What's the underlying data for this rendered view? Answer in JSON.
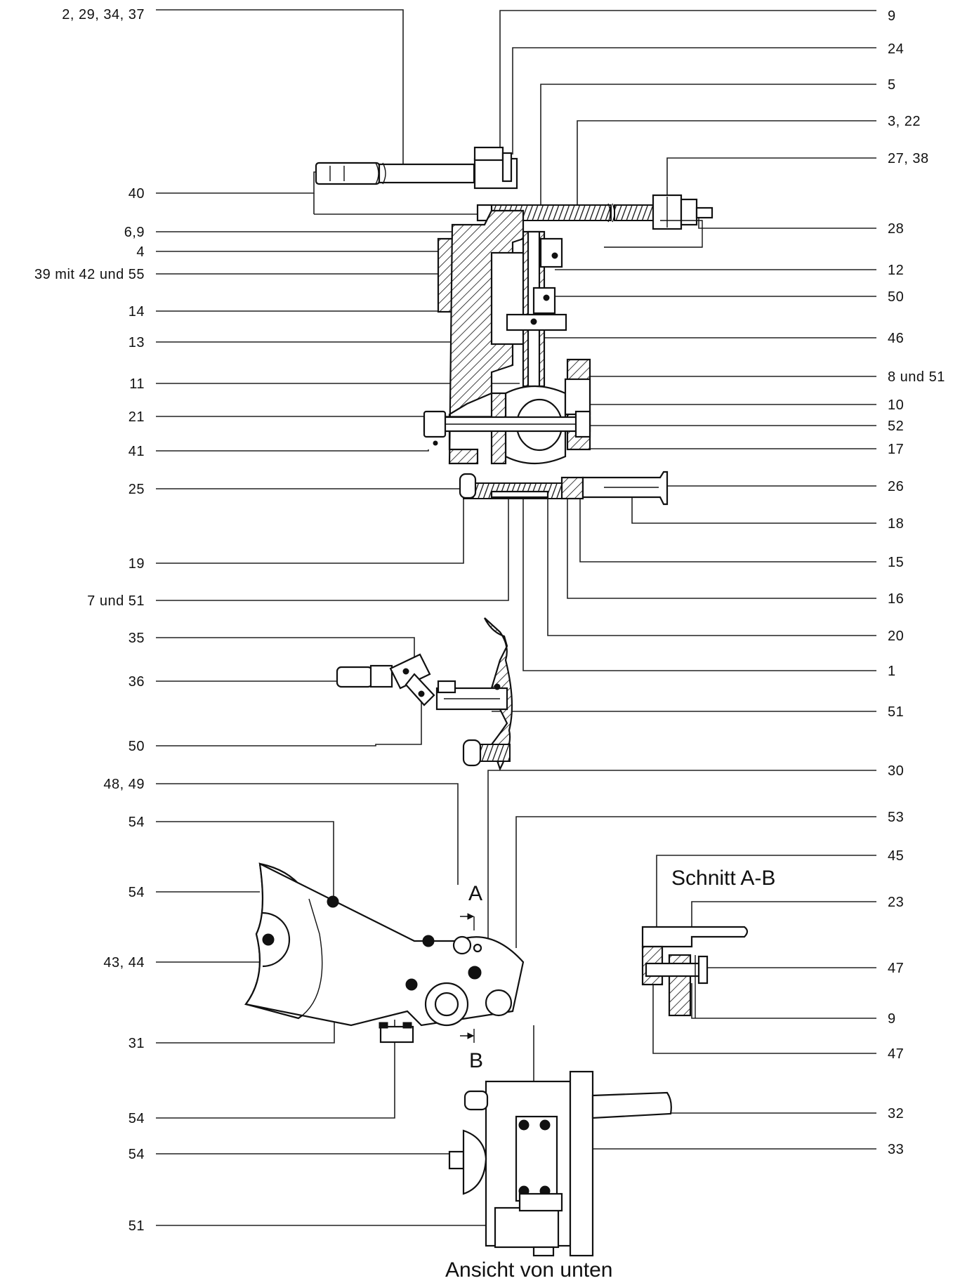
{
  "left_labels": [
    {
      "id": "l1",
      "text": "2, 29, 34, 37"
    },
    {
      "id": "l2",
      "text": "40"
    },
    {
      "id": "l3",
      "text": "6,9"
    },
    {
      "id": "l4",
      "text": "4"
    },
    {
      "id": "l5",
      "text": "39 mit 42 und 55"
    },
    {
      "id": "l6",
      "text": "14"
    },
    {
      "id": "l7",
      "text": "13"
    },
    {
      "id": "l8",
      "text": "11"
    },
    {
      "id": "l9",
      "text": "21"
    },
    {
      "id": "l10",
      "text": "41"
    },
    {
      "id": "l11",
      "text": "25"
    },
    {
      "id": "l12",
      "text": "19"
    },
    {
      "id": "l13",
      "text": "7 und 51"
    },
    {
      "id": "l14",
      "text": "35"
    },
    {
      "id": "l15",
      "text": "36"
    },
    {
      "id": "l16",
      "text": "50"
    },
    {
      "id": "l17",
      "text": "48, 49"
    },
    {
      "id": "l18",
      "text": "54"
    },
    {
      "id": "l19",
      "text": "54"
    },
    {
      "id": "l20",
      "text": "43, 44"
    },
    {
      "id": "l21",
      "text": "31"
    },
    {
      "id": "l22",
      "text": "54"
    },
    {
      "id": "l23",
      "text": "54"
    },
    {
      "id": "l24",
      "text": "51"
    }
  ],
  "right_labels": [
    {
      "id": "r1",
      "text": "9"
    },
    {
      "id": "r2",
      "text": "24"
    },
    {
      "id": "r3",
      "text": "5"
    },
    {
      "id": "r4",
      "text": "3, 22"
    },
    {
      "id": "r5",
      "text": "27, 38"
    },
    {
      "id": "r6",
      "text": "28"
    },
    {
      "id": "r7",
      "text": "12"
    },
    {
      "id": "r8",
      "text": "50"
    },
    {
      "id": "r9",
      "text": "46"
    },
    {
      "id": "r10",
      "text": "8 und 51"
    },
    {
      "id": "r11",
      "text": "10"
    },
    {
      "id": "r12",
      "text": "52"
    },
    {
      "id": "r13",
      "text": "17"
    },
    {
      "id": "r14",
      "text": "26"
    },
    {
      "id": "r15",
      "text": "18"
    },
    {
      "id": "r16",
      "text": "15"
    },
    {
      "id": "r17",
      "text": "16"
    },
    {
      "id": "r18",
      "text": "20"
    },
    {
      "id": "r19",
      "text": "1"
    },
    {
      "id": "r20",
      "text": "51"
    },
    {
      "id": "r21",
      "text": "30"
    },
    {
      "id": "r22",
      "text": "53"
    },
    {
      "id": "r23",
      "text": "45"
    },
    {
      "id": "r24",
      "text": "23"
    },
    {
      "id": "r25",
      "text": "47"
    },
    {
      "id": "r26",
      "text": "9"
    },
    {
      "id": "r27",
      "text": "47"
    },
    {
      "id": "r28",
      "text": "32"
    },
    {
      "id": "r29",
      "text": "33"
    }
  ],
  "captions": {
    "section_title": "Schnitt A-B",
    "bottom_view": "Ansicht von unten",
    "cut_a": "A",
    "cut_b": "B"
  }
}
